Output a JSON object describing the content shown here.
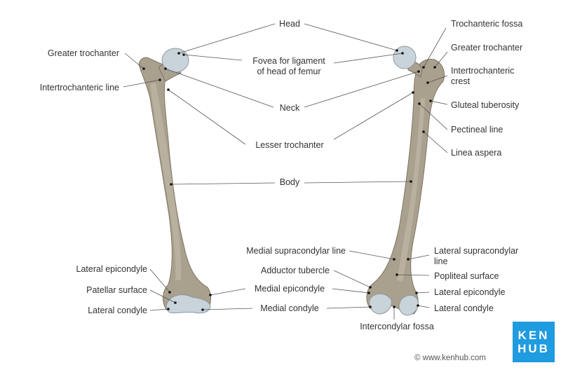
{
  "labels": {
    "head": "Head",
    "fovea": [
      "Fovea for ligament",
      "of head of femur"
    ],
    "greater_trochanter_left": "Greater trochanter",
    "intertrochanteric_line": "Intertrochanteric line",
    "neck": "Neck",
    "lesser_trochanter": "Lesser trochanter",
    "body": "Body",
    "trochanteric_fossa": "Trochanteric fossa",
    "greater_trochanter_right": "Greater trochanter",
    "intertrochanteric_crest": [
      "Intertrochanteric",
      "crest"
    ],
    "gluteal_tuberosity": "Gluteal tuberosity",
    "pectineal_line": "Pectineal line",
    "linea_aspera": "Linea aspera",
    "medial_supracondylar_line": "Medial supracondylar line",
    "adductor_tubercle": "Adductor tubercle",
    "medial_epicondyle": "Medial epicondyle",
    "medial_condyle": "Medial condyle",
    "lateral_epicondyle_left": "Lateral epicondyle",
    "patellar_surface": "Patellar surface",
    "lateral_condyle_left": "Lateral condyle",
    "lateral_supracondylar_line": [
      "Lateral supracondylar",
      "line"
    ],
    "popliteal_surface": "Popliteal surface",
    "lateral_epicondyle_right": "Lateral epicondyle",
    "lateral_condyle_right": "Lateral condyle",
    "intercondylar_fossa": "Intercondylar fossa"
  },
  "logo": {
    "line1": "KEN",
    "line2": "HUB"
  },
  "copyright": "© www.kenhub.com",
  "colors": {
    "bone": "#a9a08e",
    "cartilage": "#c9d3da",
    "brand": "#1f9be0"
  }
}
